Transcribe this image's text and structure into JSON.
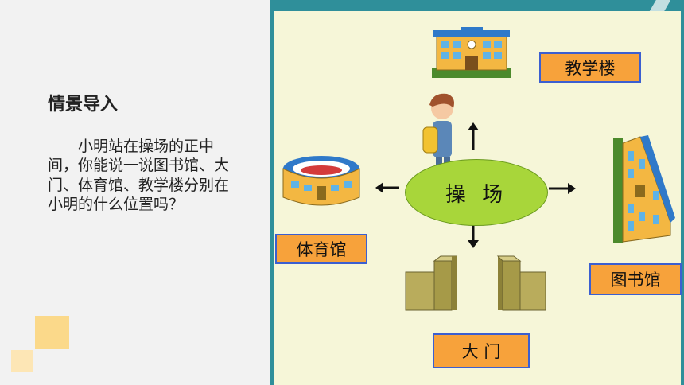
{
  "left_panel": {
    "heading": "情景导入",
    "body": "小明站在操场的正中间，你能说一说图书馆、大门、体育馆、教学楼分别在小明的什么位置吗？"
  },
  "scene": {
    "center_label": "操 场",
    "labels": {
      "teaching_building": "教学楼",
      "gym": "体育馆",
      "library": "图书馆",
      "gate": "大 门"
    }
  },
  "colors": {
    "label_fill": "#f7a23b",
    "label_border": "#3b5fd1",
    "playground_fill": "#a8d63a",
    "scene_bg": "#f6f6d8",
    "scene_frame": "#2f8f9a"
  }
}
